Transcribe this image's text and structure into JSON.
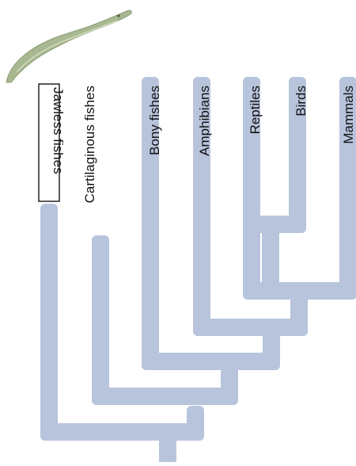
{
  "diagram": {
    "type": "cladogram",
    "branch_color": "#b8c4dc",
    "highlight_taxon": "Jawless fishes",
    "icon": "lamprey-icon",
    "icon_colors": {
      "body": "#a8b890",
      "highlight": "#d4ddc0",
      "edge": "#7f9068"
    },
    "taxa": [
      {
        "id": "jawless",
        "label": "Jawless fishes"
      },
      {
        "id": "cartilaginous",
        "label": "Cartilaginous fishes"
      },
      {
        "id": "bony",
        "label": "Bony fishes"
      },
      {
        "id": "amphibians",
        "label": "Amphibians"
      },
      {
        "id": "reptiles",
        "label": "Reptiles"
      },
      {
        "id": "birds",
        "label": "Birds"
      },
      {
        "id": "mammals",
        "label": "Mammals"
      }
    ]
  }
}
